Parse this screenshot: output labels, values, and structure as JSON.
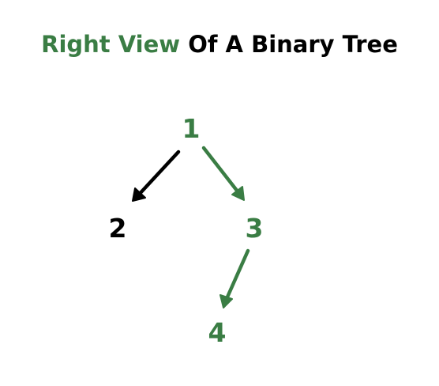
{
  "title": {
    "highlight": "Right View",
    "rest": "Of A Binary Tree"
  },
  "colors": {
    "accent": "#3a7d44",
    "default": "#000000"
  },
  "tree": {
    "nodes": [
      {
        "id": "n1",
        "label": "1",
        "in_right_view": true
      },
      {
        "id": "n2",
        "label": "2",
        "in_right_view": false
      },
      {
        "id": "n3",
        "label": "3",
        "in_right_view": true
      },
      {
        "id": "n4",
        "label": "4",
        "in_right_view": true
      }
    ],
    "edges": [
      {
        "from": "1",
        "to": "2",
        "in_right_view": false
      },
      {
        "from": "1",
        "to": "3",
        "in_right_view": true
      },
      {
        "from": "3",
        "to": "4",
        "in_right_view": true
      }
    ]
  }
}
